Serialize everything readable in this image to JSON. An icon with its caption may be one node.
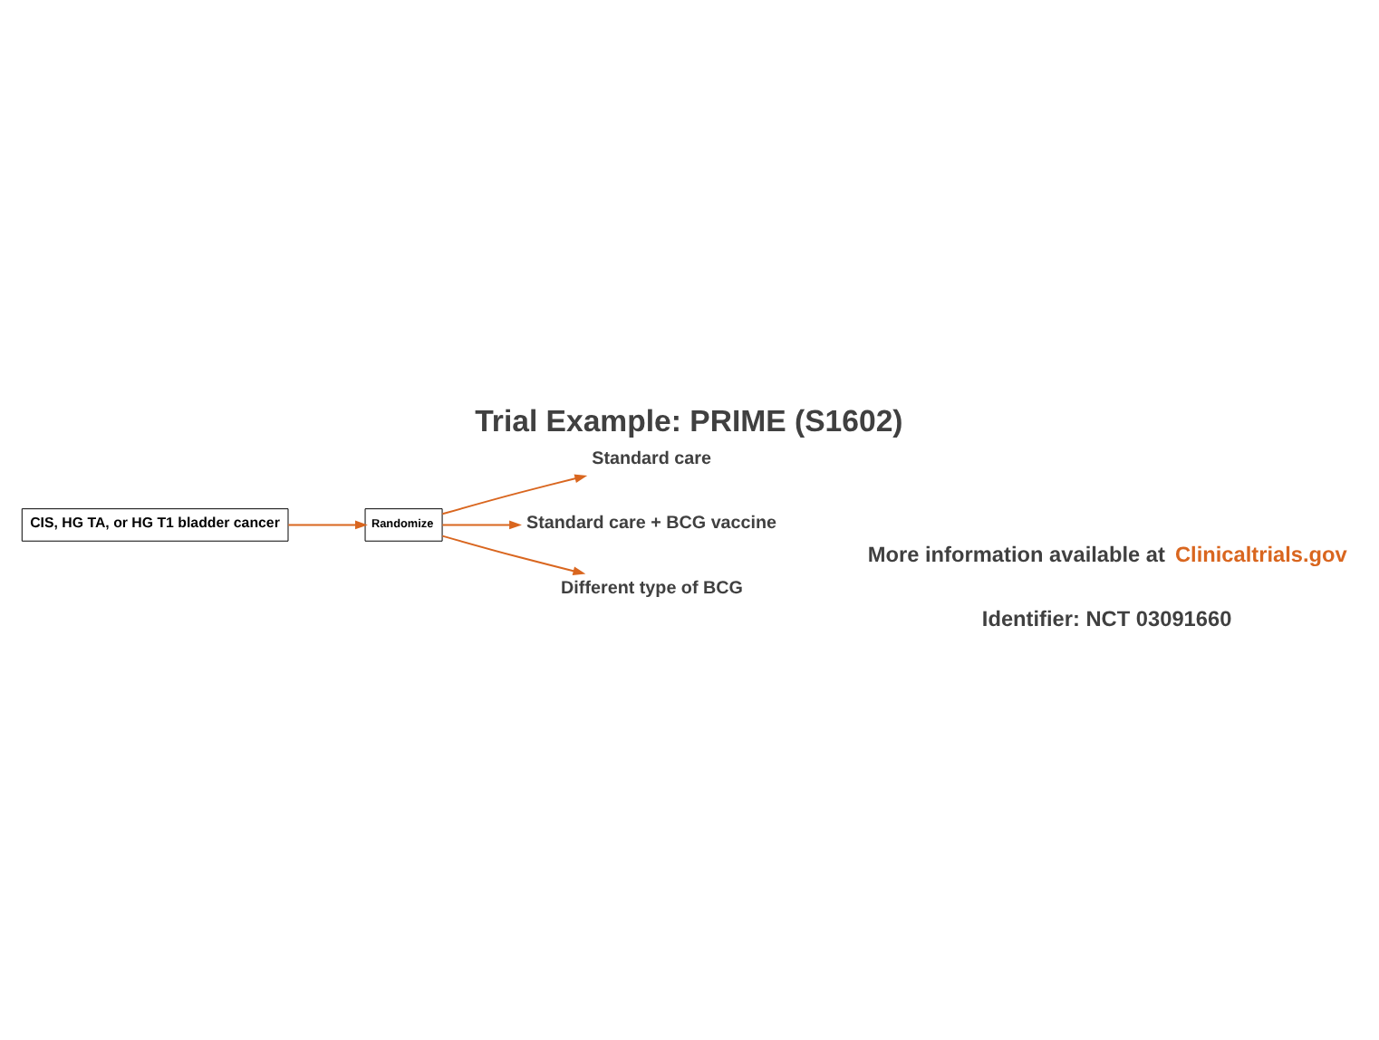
{
  "diagram": {
    "title": "Trial Example: PRIME (S1602)",
    "nodes": [
      {
        "text": [
          "CIS, HG TA, or HG T1 bladder cancer"
        ]
      },
      {
        "text": [
          "Randomize"
        ]
      },
      {
        "text": [
          "Standard care"
        ]
      },
      {
        "text": [
          "Standard care + BCG vaccine"
        ]
      },
      {
        "text": [
          "Different type of BCG"
        ]
      }
    ],
    "edges": [
      {
        "from": 0,
        "to": 1,
        "arrow": "to"
      },
      {
        "from": 1,
        "to": 2,
        "arrow": "to"
      },
      {
        "from": 1,
        "to": 3,
        "arrow": "to"
      },
      {
        "from": 1,
        "to": 4,
        "arrow": "to"
      }
    ],
    "labels": [
      "More information available at **Clinicaltrials.gov**",
      "Identifier: NCT 03091660"
    ]
  }
}
